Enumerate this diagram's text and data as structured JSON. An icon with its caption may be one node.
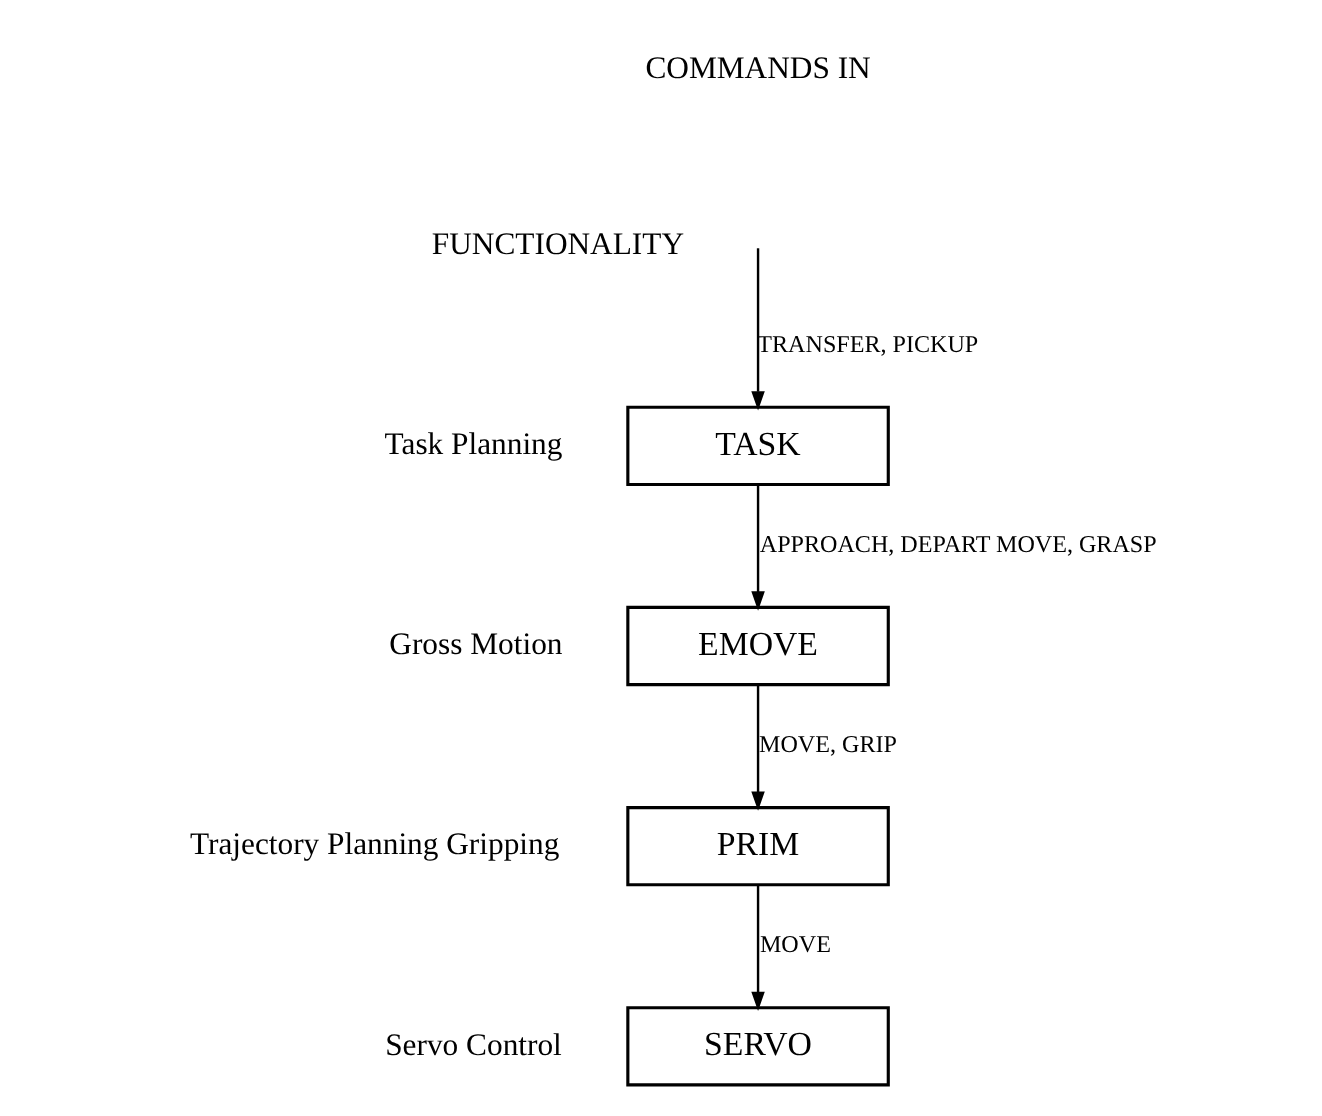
{
  "diagram": {
    "nodes": [
      {
        "text": [
          "TASK"
        ],
        "beside": [
          "Task Planning"
        ]
      },
      {
        "text": [
          "EMOVE"
        ],
        "beside": [
          "Gross Motion"
        ]
      },
      {
        "text": [
          "PRIM"
        ],
        "beside": [
          "Trajectory Planning Gripping"
        ]
      },
      {
        "text": [
          "SERVO"
        ],
        "beside": [
          "Servo Control"
        ]
      }
    ],
    "edges": [
      {
        "from": null,
        "to": 0,
        "arrow": "to",
        "label": "TRANSFER, PICKUP"
      },
      {
        "from": 0,
        "to": 1,
        "arrow": "to",
        "label": "APPROACH, DEPART MOVE, GRASP"
      },
      {
        "from": 1,
        "to": 2,
        "arrow": "to",
        "label": "MOVE, GRIP"
      },
      {
        "from": 2,
        "to": 3,
        "arrow": "to",
        "label": "MOVE"
      }
    ],
    "labels": [
      "COMMANDS IN",
      "FUNCTIONALITY"
    ]
  }
}
